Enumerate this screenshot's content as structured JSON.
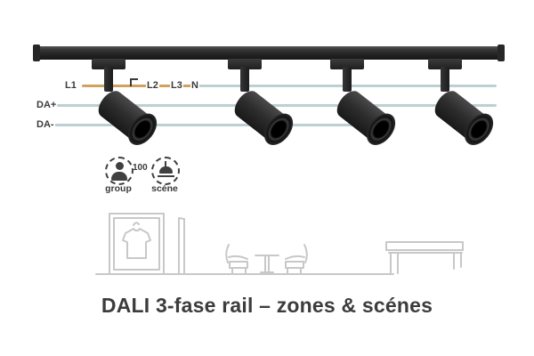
{
  "diagram": {
    "caption": "DALI 3-fase rail – zones & scénes",
    "rail": {
      "fixtures": 4
    },
    "wire_labels": {
      "l1": "L1",
      "l2": "L2",
      "l3": "L3",
      "n": "N",
      "da_plus": "DA+",
      "da_minus": "DA-"
    },
    "badges": {
      "group": "group",
      "value": "100",
      "scene": "scéne"
    },
    "colors": {
      "phase_wire": "#d1a160",
      "dali_wire": "#bccfd3",
      "hardware": "#2b2b2b",
      "label_text": "#3b3b3b",
      "sketch_line": "#c8c8c8"
    }
  }
}
